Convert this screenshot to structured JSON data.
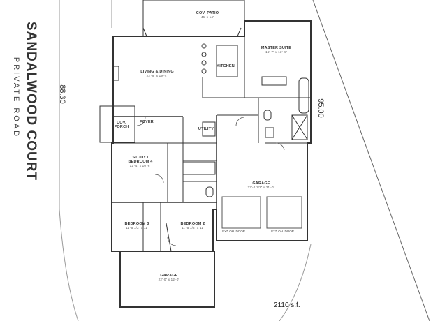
{
  "labels": {
    "street": "SANDALWOOD COURT",
    "private_road": "PRIVATE ROAD",
    "dim_left": "88.30",
    "dim_right": "95.00",
    "area": "2110 s.f."
  },
  "rooms": {
    "patio": {
      "name": "COV. PATIO",
      "dims": "46' x 14'"
    },
    "master_suite": {
      "name": "MASTER SUITE",
      "dims": "15'-7\" x 13'-4\""
    },
    "living_dining": {
      "name": "LIVING & DINING",
      "dims": "22'-9\" x 19'-4\""
    },
    "kitchen": {
      "name": "KITCHEN",
      "dims": ""
    },
    "cov_porch": {
      "name": "COV. PORCH",
      "dims": ""
    },
    "foyer": {
      "name": "FOYER",
      "dims": ""
    },
    "study": {
      "name": "STUDY / BEDROOM 4",
      "dims": "12'-4\" x 10'-6\""
    },
    "garage_main": {
      "name": "GARAGE",
      "dims": "23'-4 1/2\" x 21'-0\""
    },
    "bedroom3": {
      "name": "BEDROOM 3",
      "dims": "11'-5 1/2\" x 11'"
    },
    "bedroom2": {
      "name": "BEDROOM 2",
      "dims": "11'-5 1/2\" x 11'"
    },
    "garage_lower": {
      "name": "GARAGE",
      "dims": "22'-0\" x 12'-0\""
    },
    "utility": {
      "name": "UTILITY",
      "dims": ""
    }
  },
  "notes": {
    "door_left": "9'x7' OH. DOOR",
    "door_right": "9'x7' OH. DOOR"
  }
}
